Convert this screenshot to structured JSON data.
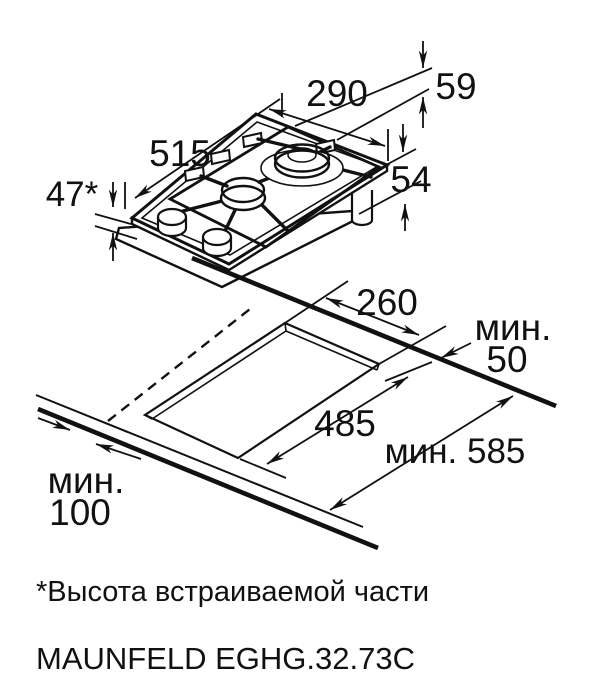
{
  "colors": {
    "line": "#111111",
    "burner_cap": "#c4c4c4",
    "burner_inner": "#e2e2e2"
  },
  "top_view": {
    "description": "isometric-view-of-two-burner-gas-hob",
    "dims": {
      "width": "290",
      "height_above_top": "59",
      "length": "515",
      "built_in_height": "47*",
      "depth_below": "54"
    }
  },
  "bottom_view": {
    "description": "worktop-cutout-plan",
    "dims": {
      "cutout_width": "260",
      "min_label_back": "мин.",
      "min_back_clearance": "50",
      "cutout_length": "485",
      "min_worktop_depth": "мин. 585",
      "min_label_front": "мин.",
      "min_front_clearance": "100"
    }
  },
  "footnote": "*Высота встраиваемой части",
  "model": "MAUNFELD EGHG.32.73C"
}
